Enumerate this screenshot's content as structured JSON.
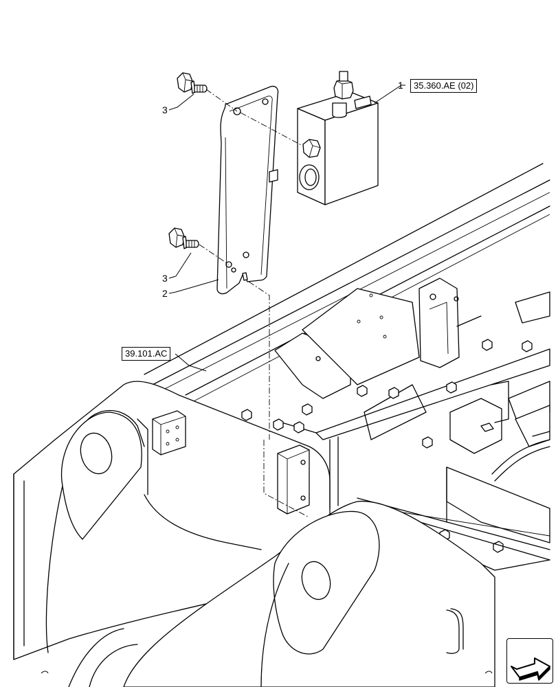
{
  "figure": {
    "callouts": [
      {
        "id": "1",
        "label": "1"
      },
      {
        "id": "2",
        "label": "2"
      },
      {
        "id": "3a",
        "label": "3"
      },
      {
        "id": "3b",
        "label": "3"
      }
    ],
    "references": [
      {
        "id": "valve-ref",
        "label": "35.360.AE (02)"
      },
      {
        "id": "frame-ref",
        "label": "39.101.AC"
      }
    ],
    "nav_icon": "arrow-icon"
  }
}
